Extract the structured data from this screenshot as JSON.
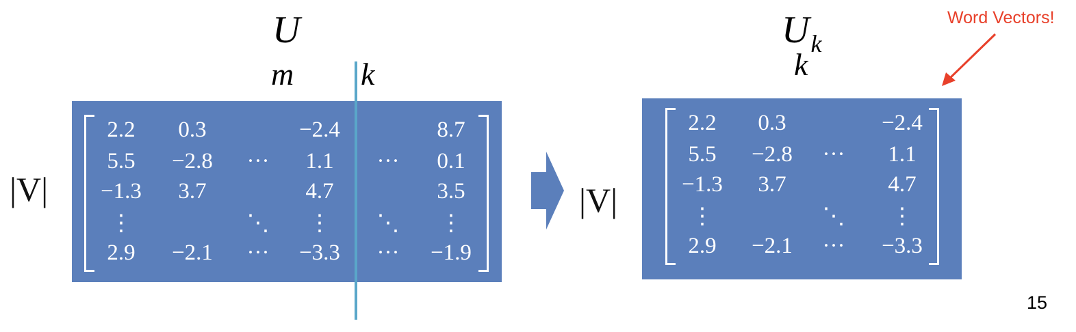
{
  "left": {
    "title": "U",
    "col_label_m": "m",
    "col_label_k": "k",
    "row_label": "|V|",
    "rows": [
      [
        "2.2",
        "0.3",
        "",
        "−2.4",
        "",
        "8.7"
      ],
      [
        "5.5",
        "−2.8",
        "···",
        "1.1",
        "···",
        "0.1"
      ],
      [
        "−1.3",
        "3.7",
        "",
        "4.7",
        "",
        "3.5"
      ],
      [
        "⋮",
        "",
        "⋱",
        "⋮",
        "⋱",
        "⋮"
      ],
      [
        "2.9",
        "−2.1",
        "···",
        "−3.3",
        "···",
        "−1.9"
      ]
    ]
  },
  "right": {
    "title": "U",
    "title_sub": "k",
    "col_label_k": "k",
    "row_label": "|V|",
    "rows": [
      [
        "2.2",
        "0.3",
        "",
        "−2.4"
      ],
      [
        "5.5",
        "−2.8",
        "···",
        "1.1"
      ],
      [
        "−1.3",
        "3.7",
        "",
        "4.7"
      ],
      [
        "⋮",
        "",
        "⋱",
        "⋮"
      ],
      [
        "2.9",
        "−2.1",
        "···",
        "−3.3"
      ]
    ]
  },
  "annotation": "Word Vectors!",
  "page_number": "15",
  "colors": {
    "matrix_fill": "#5b7fbb",
    "divider_line": "#5aa7c9",
    "annotation": "#e8402a"
  }
}
